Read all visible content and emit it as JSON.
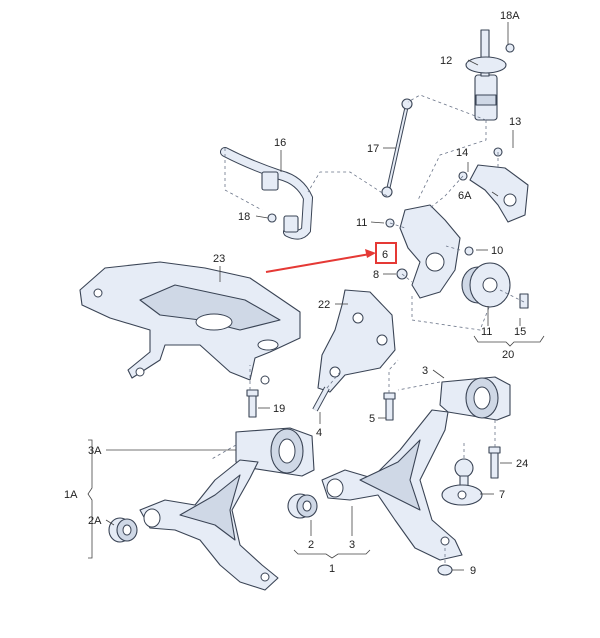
{
  "labels": {
    "l18A": "18A",
    "l12": "12",
    "l13": "13",
    "l14": "14",
    "l6A": "6A",
    "l16": "16",
    "l17": "17",
    "l18": "18",
    "l11a": "11",
    "l6": "6",
    "l10": "10",
    "l8": "8",
    "l23": "23",
    "l22": "22",
    "l11b": "11",
    "l15": "15",
    "l20": "20",
    "l3top": "3",
    "l19": "19",
    "l4": "4",
    "l5": "5",
    "l3A": "3A",
    "l24": "24",
    "l1A": "1A",
    "l7": "7",
    "l2A": "2A",
    "l2": "2",
    "l3": "3",
    "l1": "1",
    "l9": "9"
  },
  "colors": {
    "highlight": "#e53935",
    "part_fill": "#e6ecf6",
    "outline": "#3a4455"
  }
}
